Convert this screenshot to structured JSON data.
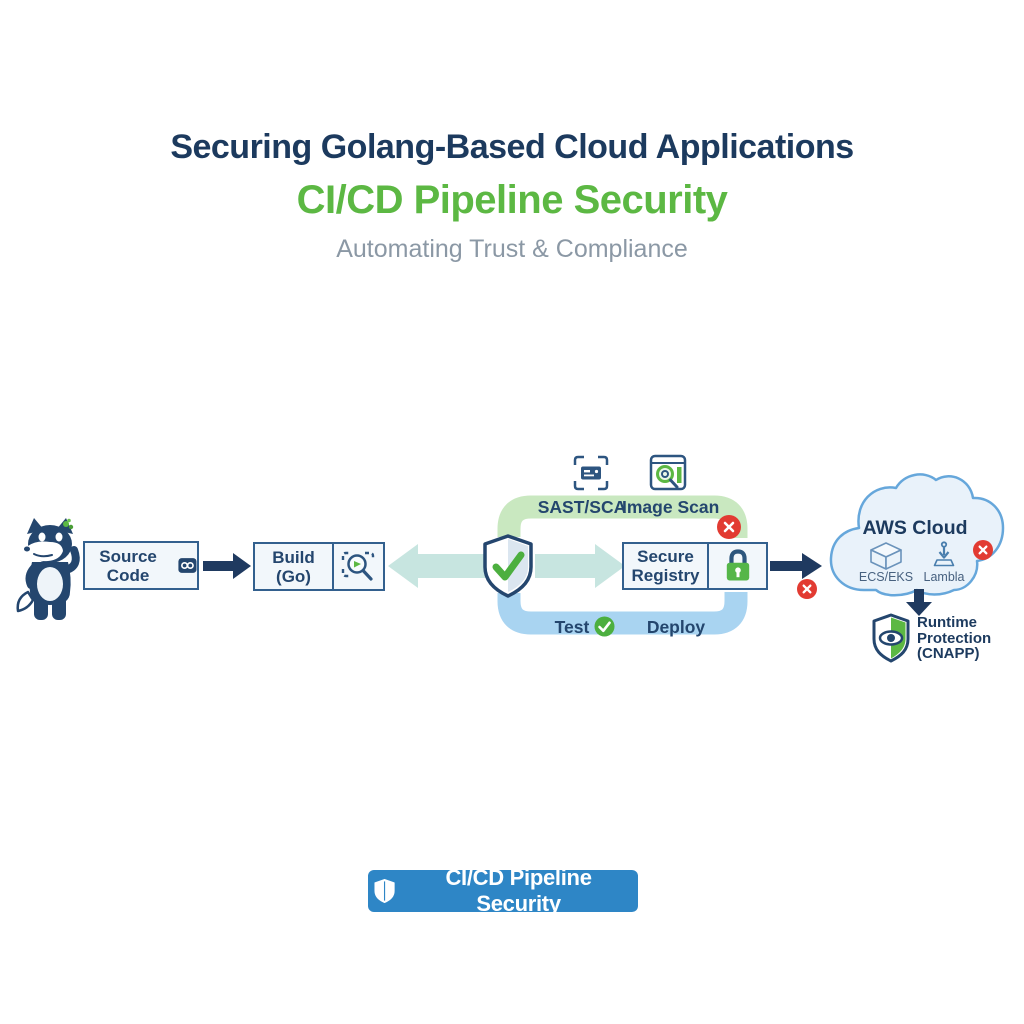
{
  "header": {
    "title": "Securing Golang-Based Cloud Applications",
    "subtitle": "CI/CD Pipeline Security",
    "tagline": "Automating Trust & Compliance"
  },
  "pipeline": {
    "mascot": "go-gopher-husky-mascot",
    "source_code": {
      "label": "Source Code",
      "icon": "infinity-devops-icon"
    },
    "build": {
      "line1": "Build",
      "line2": "(Go)",
      "icon": "code-scan-magnifier-icon"
    },
    "loop": {
      "sast_label": "SAST/SCA",
      "image_scan_label": "Image Scan",
      "test_label": "Test",
      "deploy_label": "Deploy",
      "sast_icon": "scan-frame-card-icon",
      "image_scan_icon": "image-magnifier-icon",
      "test_icon": "green-check-circle-icon"
    },
    "shield_gate": {
      "icon": "shield-checkmark-icon"
    },
    "secure_registry": {
      "line1": "Secure",
      "line2": "Registry",
      "icon": "green-padlock-icon"
    },
    "aws_cloud": {
      "title": "AWS Cloud",
      "ecs_label": "ECS/EKS",
      "lambda_label": "Lambla",
      "ecs_icon": "cube-3d-icon",
      "lambda_icon": "download-deploy-icon"
    },
    "runtime_protection": {
      "line1": "Runtime",
      "line2": "Protection",
      "line3": "(CNAPP)",
      "icon": "shield-eye-icon"
    },
    "alert_badges": "red-x-badge"
  },
  "footer": {
    "button_label": "CI/CD Pipeline Security",
    "icon": "white-shield-icon"
  },
  "colors": {
    "navy": "#24466e",
    "title_navy": "#1c3a5e",
    "green": "#5cb843",
    "gray_text": "#8b98a5",
    "band_green": "#c9e8c0",
    "band_blue": "#a9d4f1",
    "teal_arrow": "#c7e5e0",
    "red_badge": "#e23b32",
    "button_blue": "#2e86c6",
    "box_fill": "#f2f7fb",
    "box_border": "#33608e",
    "cloud_fill": "#e9f2fa",
    "cloud_border": "#66a7db",
    "lock_green": "#55b649"
  }
}
